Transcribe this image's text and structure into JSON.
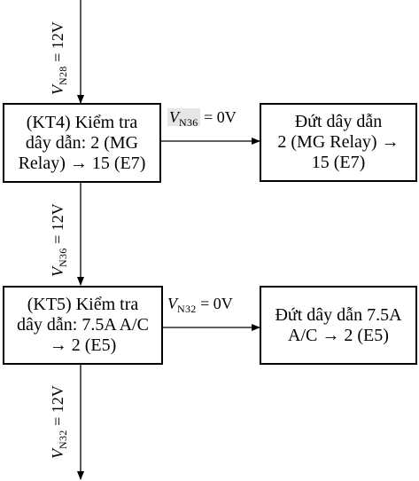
{
  "nodes": {
    "kt4": {
      "text": "(KT4) Kiểm tra\ndây dẫn: 2 (MG\nRelay) → 15 (E7)"
    },
    "e7_fault": {
      "text": "Đứt dây dẫn\n2 (MG Relay) →\n15 (E7)"
    },
    "kt5": {
      "text": "(KT5) Kiểm tra\ndây dẫn: 7.5A A/C\n→ 2 (E5)"
    },
    "e5_fault": {
      "text": "Đứt dây dẫn 7.5A\nA/C → 2 (E5)"
    }
  },
  "edges": {
    "top_in": {
      "symbol": "V",
      "subscript": "N28",
      "value": " = 12V"
    },
    "kt4_to_e7": {
      "symbol": "V",
      "subscript": "N36",
      "value": " = 0V"
    },
    "kt4_to_kt5": {
      "symbol": "V",
      "subscript": "N36",
      "value": " = 12V"
    },
    "kt5_to_e5": {
      "symbol": "V",
      "subscript": "N32",
      "value": " = 0V"
    },
    "kt5_out": {
      "symbol": "V",
      "subscript": "N32",
      "value": " = 12V"
    }
  }
}
